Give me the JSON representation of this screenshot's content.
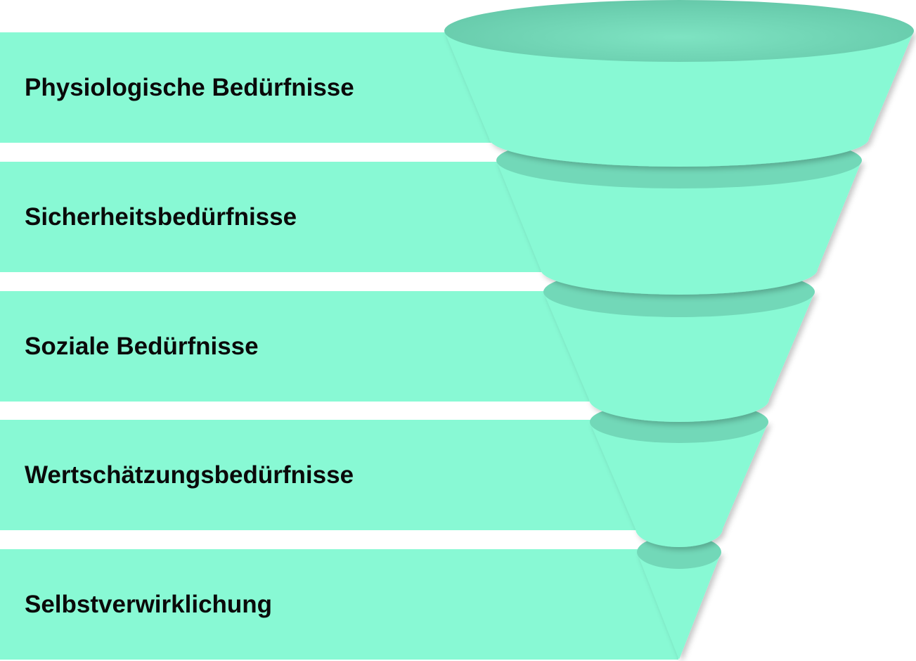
{
  "colors": {
    "band": "#88f9d4",
    "funnel_body": "#88f9d4",
    "funnel_opening": "#72d8b8"
  },
  "levels": [
    {
      "label": "Physiologische Bedürfnisse"
    },
    {
      "label": "Sicherheitsbedürfnisse"
    },
    {
      "label": "Soziale Bedürfnisse"
    },
    {
      "label": "Wertschätzungsbedürfnisse"
    },
    {
      "label": "Selbstverwirklichung"
    }
  ]
}
